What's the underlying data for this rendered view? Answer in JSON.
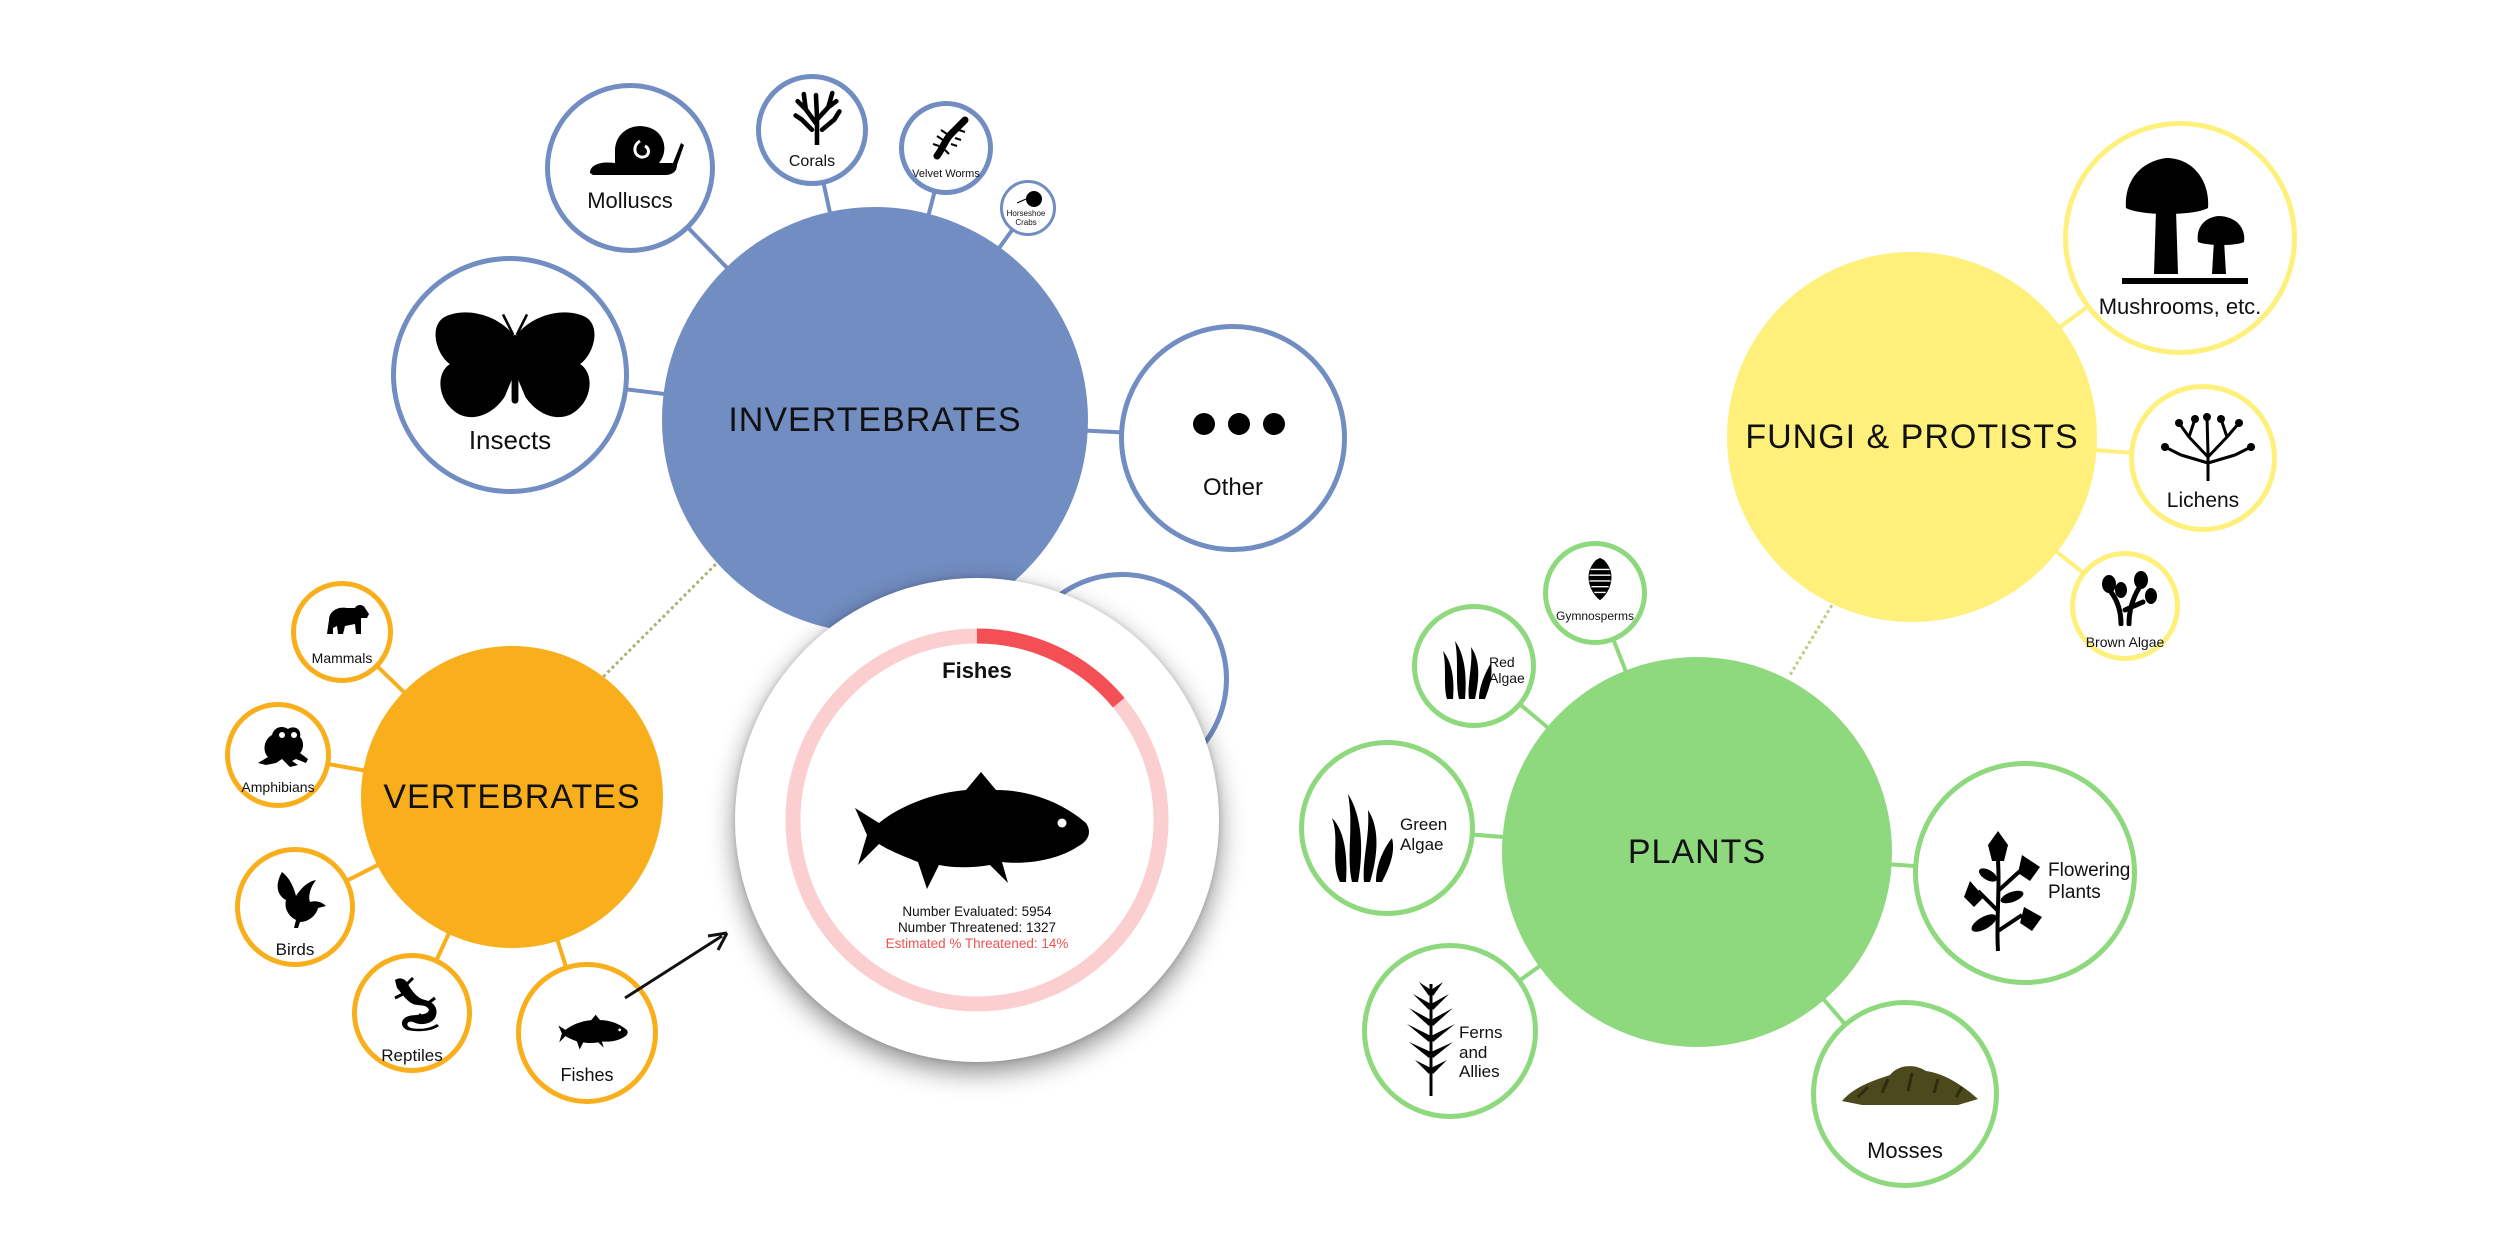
{
  "colors": {
    "invertebrates": "#728dc2",
    "vertebrates": "#f9ae1b",
    "plants": "#8ed87e",
    "fungi": "#fef07a",
    "threatened": "#f44f55",
    "ring": "#fbcfd0"
  },
  "groups": {
    "invertebrates": {
      "label": "INVERTEBRATES",
      "members": [
        {
          "label": "Insects",
          "icon": "butterfly-icon"
        },
        {
          "label": "Molluscs",
          "icon": "snail-icon"
        },
        {
          "label": "Corals",
          "icon": "coral-icon"
        },
        {
          "label": "Velvet Worms",
          "icon": "velvet-worm-icon"
        },
        {
          "label": "Horseshoe Crabs",
          "icon": "horseshoe-crab-icon"
        },
        {
          "label": "Other",
          "icon": "ellipsis-icon"
        }
      ]
    },
    "vertebrates": {
      "label": "VERTEBRATES",
      "members": [
        {
          "label": "Mammals",
          "icon": "bear-icon"
        },
        {
          "label": "Amphibians",
          "icon": "frog-icon"
        },
        {
          "label": "Birds",
          "icon": "bird-icon"
        },
        {
          "label": "Reptiles",
          "icon": "lizard-icon"
        },
        {
          "label": "Fishes",
          "icon": "fish-icon"
        }
      ]
    },
    "plants": {
      "label": "PLANTS",
      "members": [
        {
          "label": "Gymnosperms",
          "icon": "pinecone-icon"
        },
        {
          "label": "Red Algae",
          "icon": "red-algae-icon"
        },
        {
          "label": "Green Algae",
          "icon": "green-algae-icon"
        },
        {
          "label": "Ferns and Allies",
          "icon": "fern-icon"
        },
        {
          "label": "Flowering Plants",
          "icon": "flower-icon"
        },
        {
          "label": "Mosses",
          "icon": "moss-icon"
        }
      ]
    },
    "fungi": {
      "label": "FUNGI & PROTISTS",
      "members": [
        {
          "label": "Mushrooms, etc.",
          "icon": "mushroom-icon"
        },
        {
          "label": "Lichens",
          "icon": "lichen-icon"
        },
        {
          "label": "Brown Algae",
          "icon": "brown-algae-icon"
        }
      ]
    }
  },
  "detail": {
    "title": "Fishes",
    "icon": "fish-icon",
    "evaluated_text": "Number Evaluated: 5954",
    "threatened_text": "Number Threatened: 1327",
    "percent_text": "Estimated % Threatened: 14%",
    "number_evaluated": 5954,
    "number_threatened": 1327,
    "percent_threatened": 14
  }
}
